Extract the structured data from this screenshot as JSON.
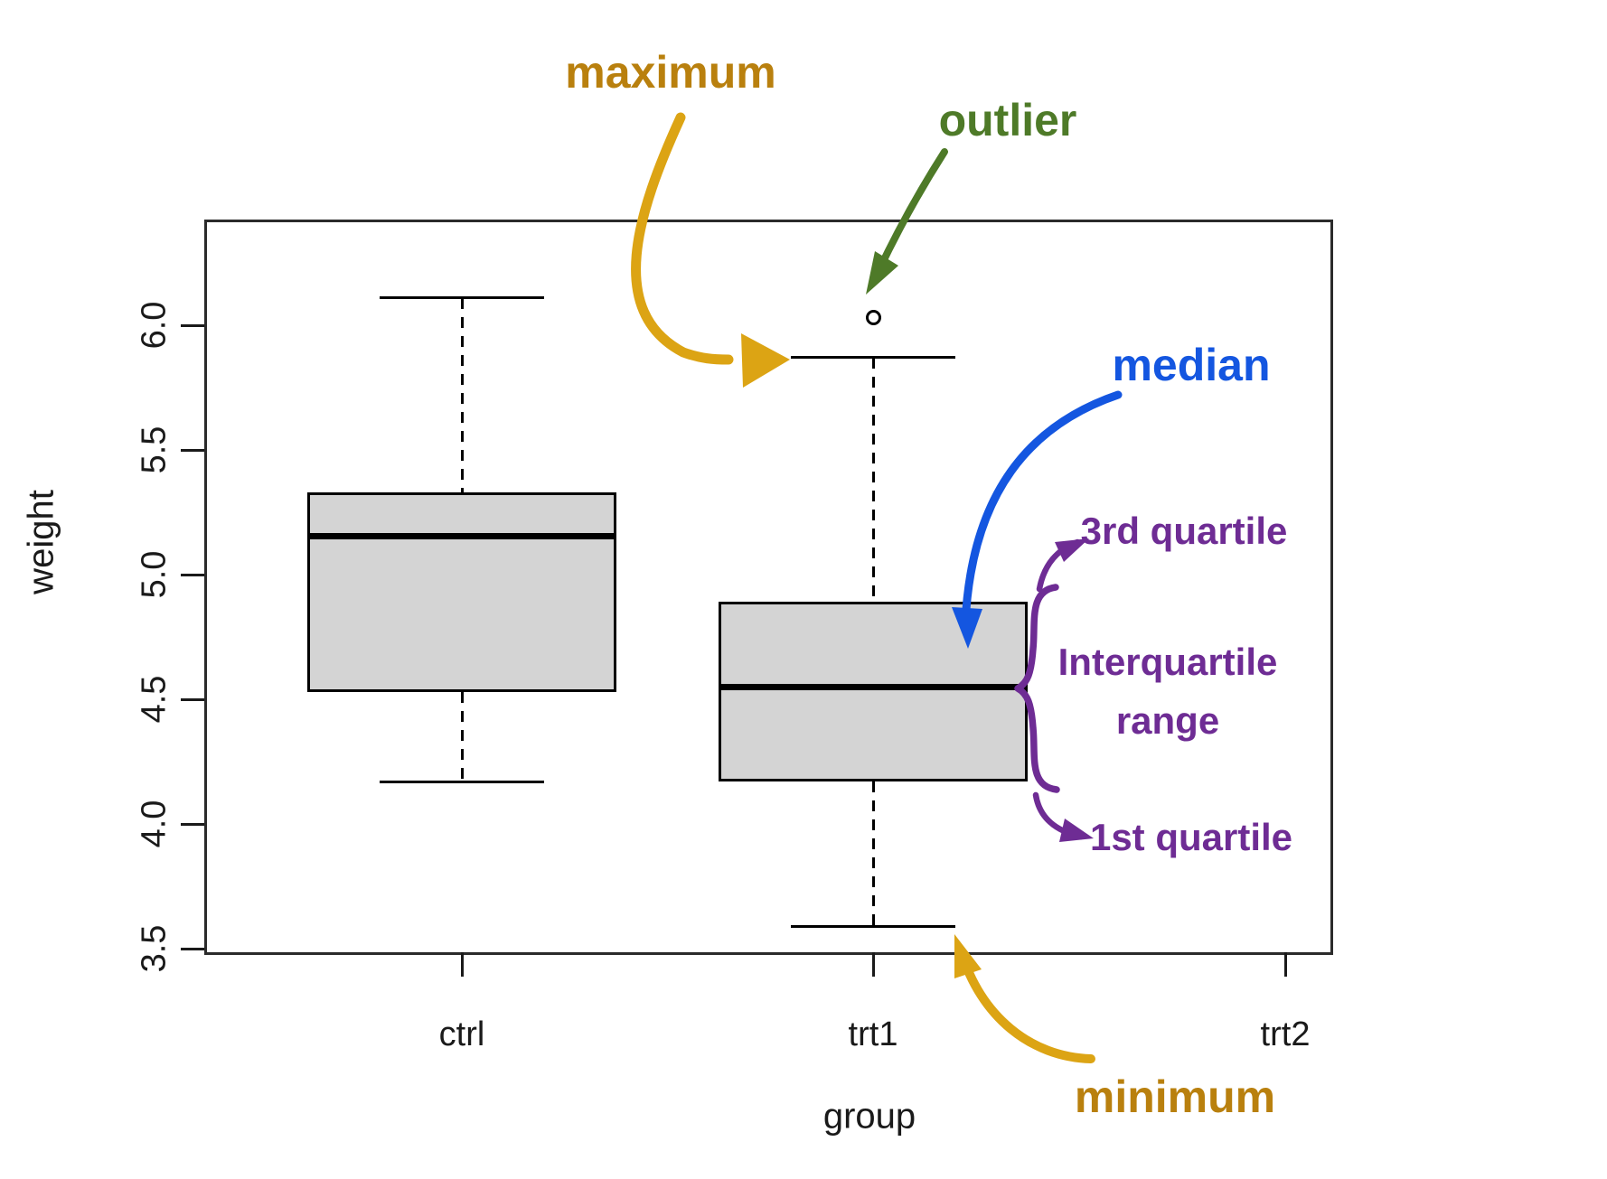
{
  "chart_data": {
    "type": "boxplot",
    "title": "",
    "xlabel": "group",
    "ylabel": "weight",
    "categories": [
      "ctrl",
      "trt1",
      "trt2"
    ],
    "y_ticks": [
      3.5,
      4.0,
      4.5,
      5.0,
      5.5,
      6.0
    ],
    "ylim": [
      3.486,
      6.413
    ],
    "grid": false,
    "box_fill": "#d4d4d4",
    "line_color": "#000000",
    "boxes": [
      {
        "group": "ctrl",
        "drawn": true,
        "min": 4.17,
        "q1": 4.53,
        "median": 5.155,
        "q3": 5.33,
        "max": 6.11,
        "outliers": []
      },
      {
        "group": "trt1",
        "drawn": true,
        "min": 3.59,
        "q1": 4.17,
        "median": 4.55,
        "q3": 4.89,
        "max": 5.87,
        "outliers": [
          6.03
        ]
      },
      {
        "group": "trt2",
        "drawn": false,
        "min": null,
        "q1": null,
        "median": null,
        "q3": null,
        "max": null,
        "outliers": []
      }
    ]
  },
  "annotations": {
    "maximum": {
      "label": "maximum",
      "text_color": "#b9800e",
      "arrow_color": "#dca414"
    },
    "outlier": {
      "label": "outlier",
      "text_color": "#4e7a28",
      "arrow_color": "#4e7a28"
    },
    "median": {
      "label": "median",
      "text_color": "#1456e0",
      "arrow_color": "#1456e0"
    },
    "third_quartile": {
      "label": "3rd quartile",
      "text_color": "#6e2c94",
      "arrow_color": "#6e2c94"
    },
    "iqr": {
      "label_line1": "Interquartile",
      "label_line2": "range",
      "text_color": "#6e2c94",
      "brace_color": "#6e2c94"
    },
    "first_quartile": {
      "label": "1st quartile",
      "text_color": "#6e2c94",
      "arrow_color": "#6e2c94"
    },
    "minimum": {
      "label": "minimum",
      "text_color": "#b9800e",
      "arrow_color": "#dca414"
    }
  }
}
